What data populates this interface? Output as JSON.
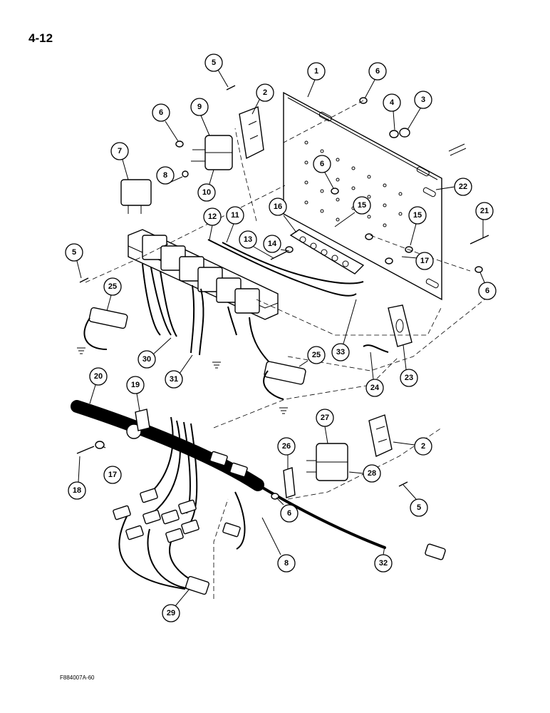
{
  "page": {
    "page_number": "4-12",
    "figure_code": "F884007A-60"
  },
  "callouts": [
    {
      "id": "c1",
      "label": "1"
    },
    {
      "id": "c2a",
      "label": "2"
    },
    {
      "id": "c2b",
      "label": "2"
    },
    {
      "id": "c3",
      "label": "3"
    },
    {
      "id": "c4",
      "label": "4"
    },
    {
      "id": "c5a",
      "label": "5"
    },
    {
      "id": "c5b",
      "label": "5"
    },
    {
      "id": "c5c",
      "label": "5"
    },
    {
      "id": "c6a",
      "label": "6"
    },
    {
      "id": "c6b",
      "label": "6"
    },
    {
      "id": "c6c",
      "label": "6"
    },
    {
      "id": "c6d",
      "label": "6"
    },
    {
      "id": "c6e",
      "label": "6"
    },
    {
      "id": "c7",
      "label": "7"
    },
    {
      "id": "c8a",
      "label": "8"
    },
    {
      "id": "c8b",
      "label": "8"
    },
    {
      "id": "c9",
      "label": "9"
    },
    {
      "id": "c10",
      "label": "10"
    },
    {
      "id": "c11",
      "label": "11"
    },
    {
      "id": "c12",
      "label": "12"
    },
    {
      "id": "c13",
      "label": "13"
    },
    {
      "id": "c14",
      "label": "14"
    },
    {
      "id": "c15a",
      "label": "15"
    },
    {
      "id": "c15b",
      "label": "15"
    },
    {
      "id": "c16",
      "label": "16"
    },
    {
      "id": "c17a",
      "label": "17"
    },
    {
      "id": "c17b",
      "label": "17"
    },
    {
      "id": "c18",
      "label": "18"
    },
    {
      "id": "c19",
      "label": "19"
    },
    {
      "id": "c20",
      "label": "20"
    },
    {
      "id": "c21",
      "label": "21"
    },
    {
      "id": "c22",
      "label": "22"
    },
    {
      "id": "c23",
      "label": "23"
    },
    {
      "id": "c24",
      "label": "24"
    },
    {
      "id": "c25a",
      "label": "25"
    },
    {
      "id": "c25b",
      "label": "25"
    },
    {
      "id": "c26",
      "label": "26"
    },
    {
      "id": "c27",
      "label": "27"
    },
    {
      "id": "c28",
      "label": "28"
    },
    {
      "id": "c29",
      "label": "29"
    },
    {
      "id": "c30",
      "label": "30"
    },
    {
      "id": "c31",
      "label": "31"
    },
    {
      "id": "c32",
      "label": "32"
    },
    {
      "id": "c33",
      "label": "33"
    }
  ]
}
